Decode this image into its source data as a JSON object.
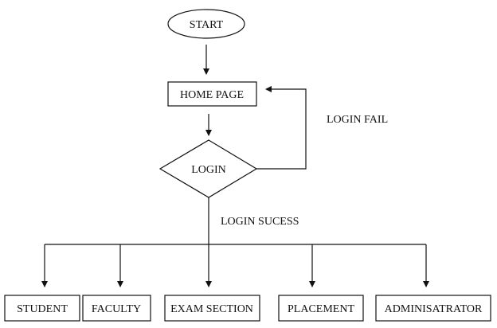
{
  "diagram": {
    "start": "START",
    "home_page": "HOME PAGE",
    "login": "LOGIN",
    "login_fail": "LOGIN FAIL",
    "login_success": "LOGIN SUCESS",
    "roles": [
      "STUDENT",
      "FACULTY",
      "EXAM SECTION",
      "PLACEMENT",
      "ADMINISATRATOR"
    ]
  },
  "colors": {
    "stroke": "#111111",
    "fill": "#ffffff"
  }
}
